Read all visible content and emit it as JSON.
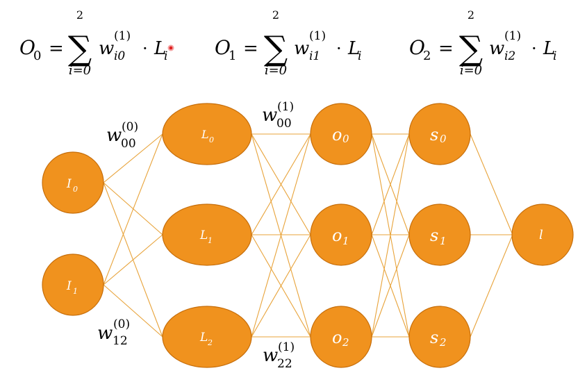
{
  "colors": {
    "node_fill": "#F0921E",
    "node_stroke": "#C66E0B",
    "edge": "#E8A33A",
    "node_text": "#ffffff",
    "cursor_dot": "#e02020"
  },
  "equations": [
    {
      "lhs": "O",
      "lhs_sub": "0",
      "sum_top": "2",
      "sum_bottom": "i=0",
      "w": "w",
      "w_sup": "(1)",
      "w_sub": "i0",
      "dot": "·",
      "L": "L",
      "L_sub": "i"
    },
    {
      "lhs": "O",
      "lhs_sub": "1",
      "sum_top": "2",
      "sum_bottom": "i=0",
      "w": "w",
      "w_sup": "(1)",
      "w_sub": "i1",
      "dot": "·",
      "L": "L",
      "L_sub": "i"
    },
    {
      "lhs": "O",
      "lhs_sub": "2",
      "sum_top": "2",
      "sum_bottom": "i=0",
      "w": "w",
      "w_sup": "(1)",
      "w_sub": "i2",
      "dot": "·",
      "L": "L",
      "L_sub": "i"
    }
  ],
  "equals": "=",
  "sigma": "∑",
  "nodes": {
    "I0": {
      "base": "I",
      "sub": "0"
    },
    "I1": {
      "base": "I",
      "sub": "1"
    },
    "L0": {
      "base": "L",
      "sub": "0"
    },
    "L1": {
      "base": "L",
      "sub": "1"
    },
    "L2": {
      "base": "L",
      "sub": "2"
    },
    "o0": {
      "base": "o",
      "sub": "0"
    },
    "o1": {
      "base": "o",
      "sub": "1"
    },
    "o2": {
      "base": "o",
      "sub": "2"
    },
    "s0": {
      "base": "s",
      "sub": "0"
    },
    "s1": {
      "base": "s",
      "sub": "1"
    },
    "s2": {
      "base": "s",
      "sub": "2"
    },
    "l": {
      "base": "l",
      "sub": ""
    }
  },
  "weight_labels": [
    {
      "base": "w",
      "sub": "00",
      "sup": "(0)"
    },
    {
      "base": "w",
      "sub": "12",
      "sup": "(0)"
    },
    {
      "base": "w",
      "sub": "00",
      "sup": "(1)"
    },
    {
      "base": "w",
      "sub": "22",
      "sup": "(1)"
    }
  ]
}
